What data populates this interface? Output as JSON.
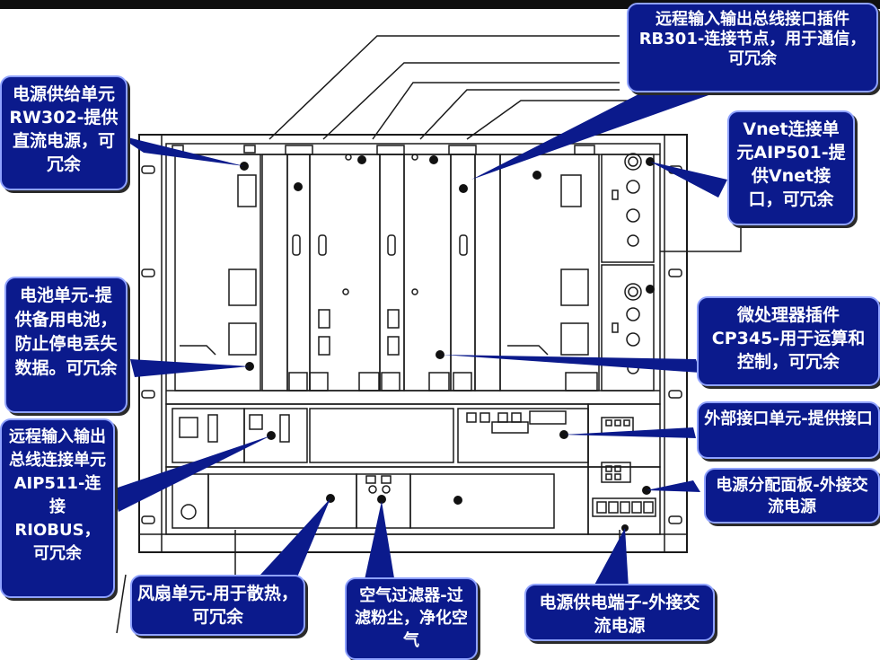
{
  "colors": {
    "callout_fill": "#0b1a8c",
    "callout_border": "#8fa2ff",
    "callout_text": "#ffffff",
    "line_art": "#1a1a1a",
    "background": "#ffffff",
    "top_bar": "#0f0f0f"
  },
  "callouts": {
    "rb301": "远程输入输出总线接口插件RB301-连接节点，用于通信，可冗余",
    "rw302": "电源供给单元RW302-提供直流电源，可冗余",
    "aip501": "Vnet连接单元AIP501-提供Vnet接口，可冗余",
    "battery": "电池单元-提供备用电池，防止停电丢失数据。可冗余",
    "cp345": "微处理器插件CP345-用于运算和控制，可冗余",
    "ext_if": "外部接口单元-提供接口",
    "power_panel": "电源分配面板-外接交流电源",
    "aip511": "远程输入输出总线连接单元AIP511-连接RIOBUS，可冗余",
    "fan": "风扇单元-用于散热，可冗余",
    "filter": "空气过滤器-过滤粉尘，净化空气",
    "terminal": "电源供电端子-外接交流电源"
  }
}
